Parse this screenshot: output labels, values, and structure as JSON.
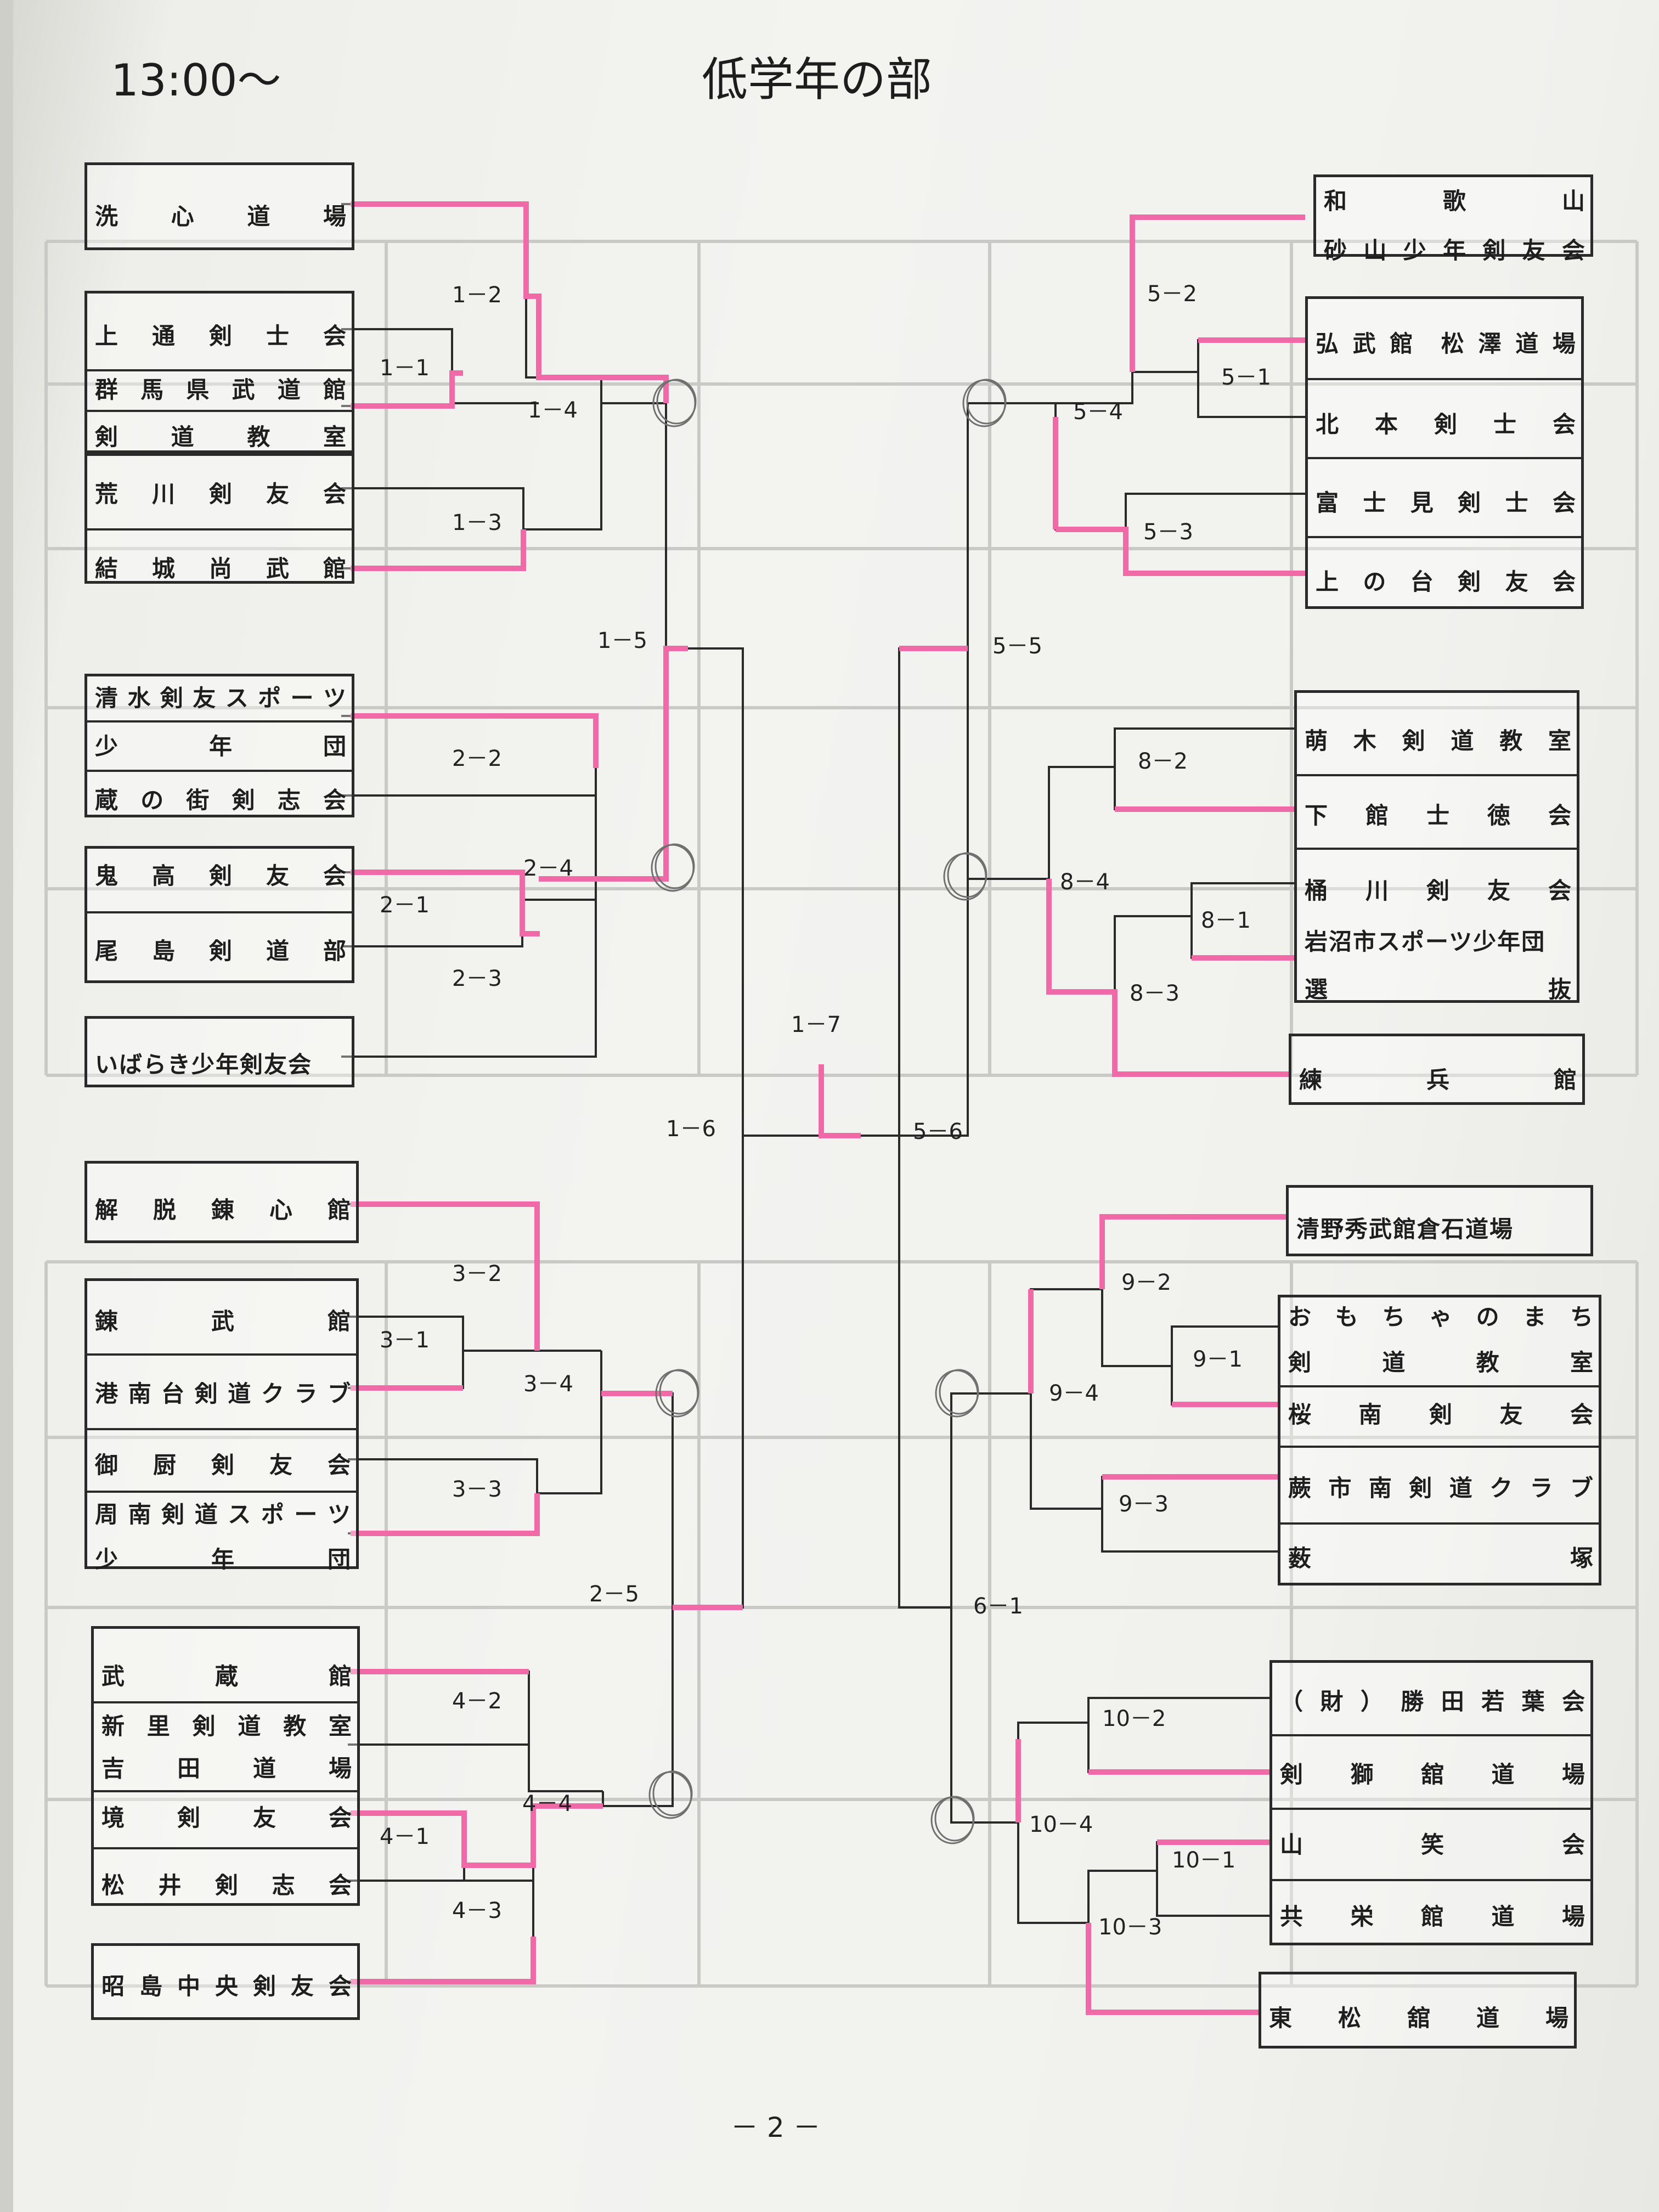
{
  "header": {
    "time": "13:00～",
    "title": "低学年の部"
  },
  "footer": {
    "page": "－ 2 －"
  },
  "left_teams": [
    "洗心道場",
    "上通剣士会",
    "群馬県武道館",
    "剣道教室",
    "荒川剣友会",
    "結城尚武館",
    "清水剣友スポーツ",
    "少年団",
    "蔵の街剣志会",
    "鬼高剣友会",
    "尾島剣道部",
    "いばらき少年剣友会",
    "解脱錬心館",
    "錬武館",
    "港南台剣道クラブ",
    "御厨剣友会",
    "周南剣道スポーツ",
    "少年団",
    "武蔵館",
    "新里剣道教室",
    "吉田道場",
    "境剣友会",
    "松井剣志会",
    "昭島中央剣友会"
  ],
  "right_teams": [
    "和歌山",
    "砂山少年剣友会",
    "弘武館 松澤道場",
    "北本剣士会",
    "富士見剣士会",
    "上の台剣友会",
    "萌木剣道教室",
    "下館士徳会",
    "桶川剣友会",
    "岩沼市スポーツ少年団",
    "選抜",
    "練兵館",
    "清野秀武館倉石道場",
    "おもちゃのまち",
    "剣道教室",
    "桜南剣友会",
    "蕨市南剣道クラブ",
    "薮塚",
    "（財）勝田若葉会",
    "剣獅舘道場",
    "山笑会",
    "共栄館道場",
    "東松舘道場"
  ],
  "matches": [
    "1－1",
    "1－2",
    "1－3",
    "1－4",
    "1－5",
    "1－6",
    "1－7",
    "2－1",
    "2－2",
    "2－3",
    "2－4",
    "2－5",
    "3－1",
    "3－2",
    "3－3",
    "3－4",
    "4－1",
    "4－2",
    "4－3",
    "4－4",
    "5－1",
    "5－2",
    "5－3",
    "5－4",
    "5－5",
    "5－6",
    "6－1",
    "8－1",
    "8－2",
    "8－3",
    "8－4",
    "9－1",
    "9－2",
    "9－3",
    "9－4",
    "10－1",
    "10－2",
    "10－3",
    "10－4"
  ],
  "colors": {
    "ink": "#2a2a2a",
    "advance_highlight": "#f06aa8",
    "circle_mark": "#707070"
  }
}
